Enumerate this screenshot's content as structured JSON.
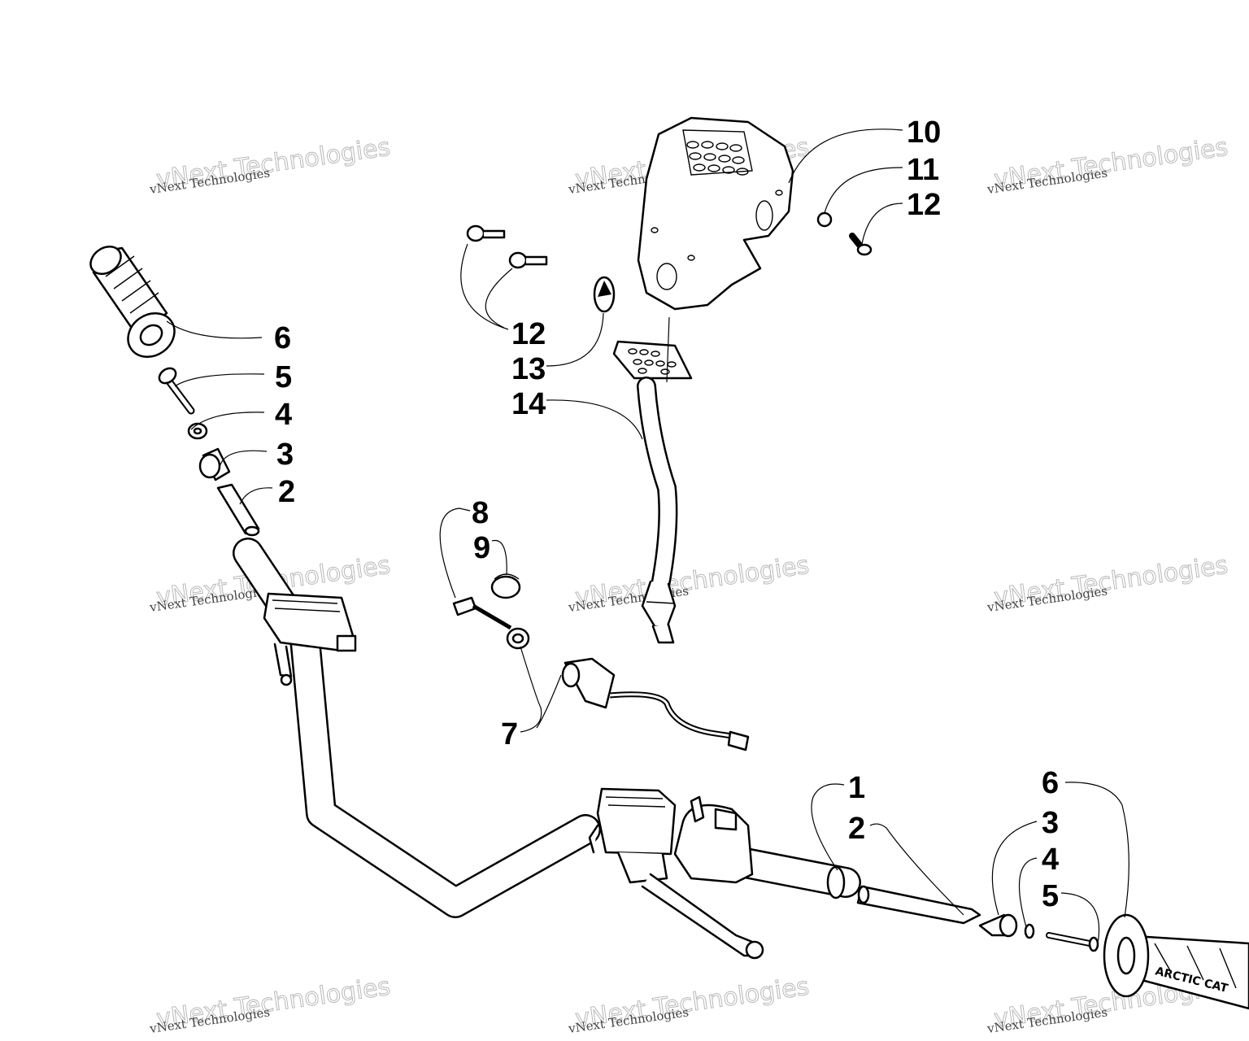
{
  "callouts": {
    "left_grip": "6",
    "left_bolt": "5",
    "left_washer": "4",
    "left_end_cap": "3",
    "left_weight": "2",
    "key_label": "8",
    "key_ring": "9",
    "ignition_switch": "7",
    "housing": "10",
    "housing_washer": "11",
    "screw_right": "12",
    "screws_left": "12",
    "decal": "13",
    "switch_assembly": "14",
    "handlebar": "1",
    "right_weight": "2",
    "right_end_cap": "3",
    "right_washer": "4",
    "right_bolt": "5",
    "right_grip": "6"
  },
  "brand_text": "ARCTIC CAT",
  "watermark": {
    "line": "vNext Technologies",
    "big": "vNext Technologies"
  },
  "colors": {
    "ink": "#000000",
    "paper": "#ffffff",
    "watermark": "#b8b8b8"
  }
}
